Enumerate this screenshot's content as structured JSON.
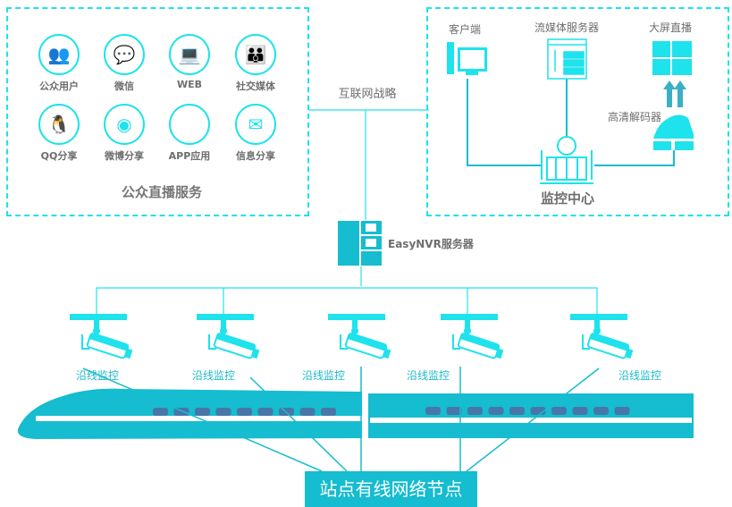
{
  "public_service": {
    "title": "公众直播服务",
    "items": [
      {
        "label": "公众用户",
        "icon": "users-icon"
      },
      {
        "label": "微信",
        "icon": "wechat-icon"
      },
      {
        "label": "WEB",
        "icon": "laptop-icon"
      },
      {
        "label": "社交媒体",
        "icon": "social-media-icon"
      },
      {
        "label": "QQ分享",
        "icon": "qq-icon"
      },
      {
        "label": "微博分享",
        "icon": "weibo-icon"
      },
      {
        "label": "APP应用",
        "icon": "app-icon"
      },
      {
        "label": "信息分享",
        "icon": "mail-icon"
      }
    ]
  },
  "internet_strategy": "互联网战略",
  "monitor_center": {
    "title": "监控中心",
    "client": "客户端",
    "streaming_server": "流媒体服务器",
    "big_screen": "大屏直播",
    "decoder": "高清解码器"
  },
  "server": {
    "label": "EasyNVR服务器"
  },
  "cameras": [
    {
      "label": "沿线监控"
    },
    {
      "label": "沿线监控"
    },
    {
      "label": "沿线监控"
    },
    {
      "label": "沿线监控"
    },
    {
      "label": "沿线监控"
    }
  ],
  "network_node": "站点有线网络节点",
  "colors": {
    "accent": "#1ee2ec",
    "teal": "#16bccf",
    "window": "#4677a8",
    "text": "#6e6e6e"
  }
}
